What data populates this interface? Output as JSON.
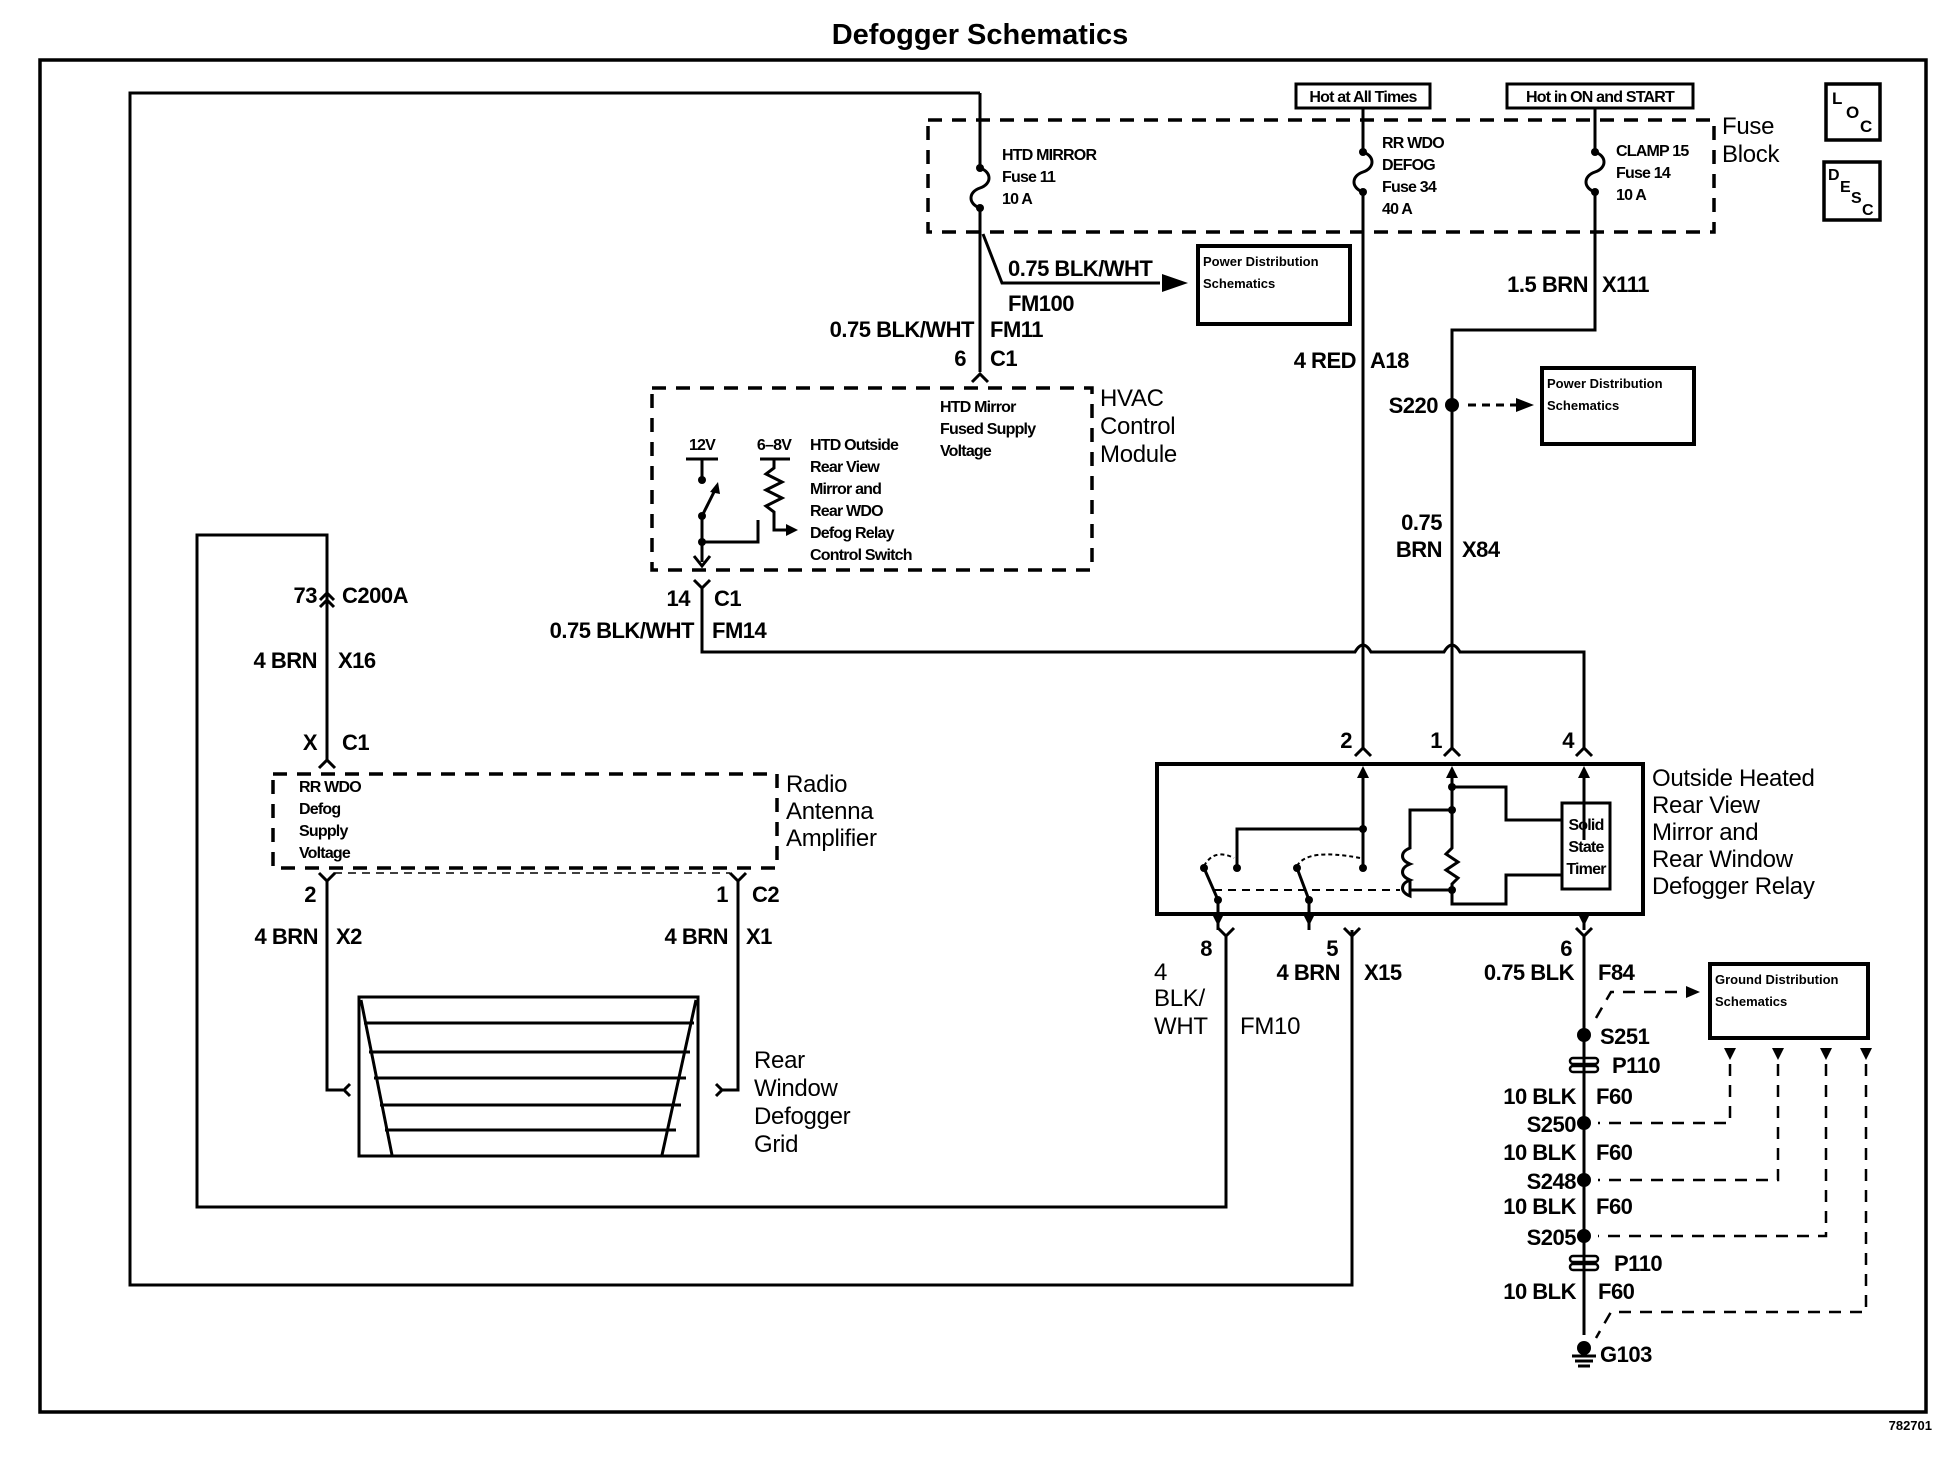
{
  "title": "Defogger Schematics",
  "figure_number": "782701",
  "icons": {
    "loc": {
      "l": "L",
      "o": "O",
      "c": "C"
    },
    "desc": {
      "d": "D",
      "e": "E",
      "s": "S",
      "c": "C"
    }
  },
  "power_sources": {
    "hot_at_all_times": "Hot at All Times",
    "hot_in_on_start": "Hot in ON and START"
  },
  "fuse_block": {
    "label_line1": "Fuse",
    "label_line2": "Block",
    "fuses": [
      {
        "lines": [
          "HTD MIRROR",
          "Fuse 11",
          "10 A"
        ]
      },
      {
        "lines": [
          "RR WDO",
          "DEFOG",
          "Fuse 34",
          "40 A"
        ]
      },
      {
        "lines": [
          "CLAMP 15",
          "Fuse 14",
          "10 A"
        ]
      }
    ]
  },
  "ref_boxes": {
    "power_dist_1": [
      "Power Distribution",
      "Schematics"
    ],
    "power_dist_2": [
      "Power Distribution",
      "Schematics"
    ],
    "ground_dist": [
      "Ground Distribution",
      "Schematics"
    ]
  },
  "wires": {
    "fm100": {
      "gauge_color": "0.75 BLK/WHT",
      "circuit": "FM100"
    },
    "fm11": {
      "gauge_color": "0.75 BLK/WHT",
      "circuit": "FM11",
      "pin": "6",
      "connector": "C1"
    },
    "a18": {
      "gauge_color": "4 RED",
      "circuit": "A18"
    },
    "x111": {
      "gauge_color": "1.5 BRN",
      "circuit": "X111"
    },
    "s220": "S220",
    "x84": {
      "gauge_line1": "0.75",
      "gauge_line2": "BRN",
      "circuit": "X84"
    },
    "fm14": {
      "gauge_color": "0.75 BLK/WHT",
      "circuit": "FM14",
      "pin": "14",
      "connector": "C1"
    },
    "x16": {
      "gauge_color": "4 BRN",
      "circuit": "X16",
      "top_pin": "73",
      "top_connector": "C200A",
      "bottom_pin": "X",
      "bottom_connector": "C1"
    },
    "x2": {
      "gauge_color": "4 BRN",
      "circuit": "X2",
      "pin": "2"
    },
    "x1": {
      "gauge_color": "4 BRN",
      "circuit": "X1",
      "pin": "1",
      "connector": "C2"
    },
    "fm10": {
      "gauge_line1": "4",
      "gauge_line2": "BLK/",
      "gauge_line3": "WHT",
      "circuit": "FM10",
      "pin": "8"
    },
    "x15": {
      "gauge_color": "4 BRN",
      "circuit": "X15",
      "pin": "5"
    },
    "f84": {
      "gauge_color": "0.75 BLK",
      "circuit": "F84",
      "pin": "6"
    }
  },
  "hvac_module": {
    "label": [
      "HVAC",
      "Control",
      "Module"
    ],
    "supply_text": [
      "HTD Mirror",
      "Fused Supply",
      "Voltage"
    ],
    "v12": "12V",
    "v68": "6–8V",
    "switch_text": [
      "HTD Outside",
      "Rear View",
      "Mirror and",
      "Rear WDO",
      "Defog Relay",
      "Control Switch"
    ]
  },
  "radio_amp": {
    "label": [
      "Radio",
      "Antenna",
      "Amplifier"
    ],
    "inner_text": [
      "RR WDO",
      "Defog",
      "Supply",
      "Voltage"
    ]
  },
  "defogger_grid": {
    "label": [
      "Rear",
      "Window",
      "Defogger",
      "Grid"
    ]
  },
  "relay": {
    "label": [
      "Outside Heated",
      "Rear View",
      "Mirror and",
      "Rear Window",
      "Defogger Relay"
    ],
    "timer": [
      "Solid",
      "State",
      "Timer"
    ],
    "top_pins": [
      "2",
      "1",
      "4"
    ]
  },
  "ground_path": {
    "splices": [
      {
        "name": "S251"
      },
      {
        "name": "S250"
      },
      {
        "name": "S248"
      },
      {
        "name": "S205"
      }
    ],
    "inline_1": "P110",
    "inline_2": "P110",
    "segments": [
      {
        "gauge_color": "10 BLK",
        "circuit": "F60"
      },
      {
        "gauge_color": "10 BLK",
        "circuit": "F60"
      },
      {
        "gauge_color": "10 BLK",
        "circuit": "F60"
      },
      {
        "gauge_color": "10 BLK",
        "circuit": "F60"
      }
    ],
    "ground": "G103"
  }
}
